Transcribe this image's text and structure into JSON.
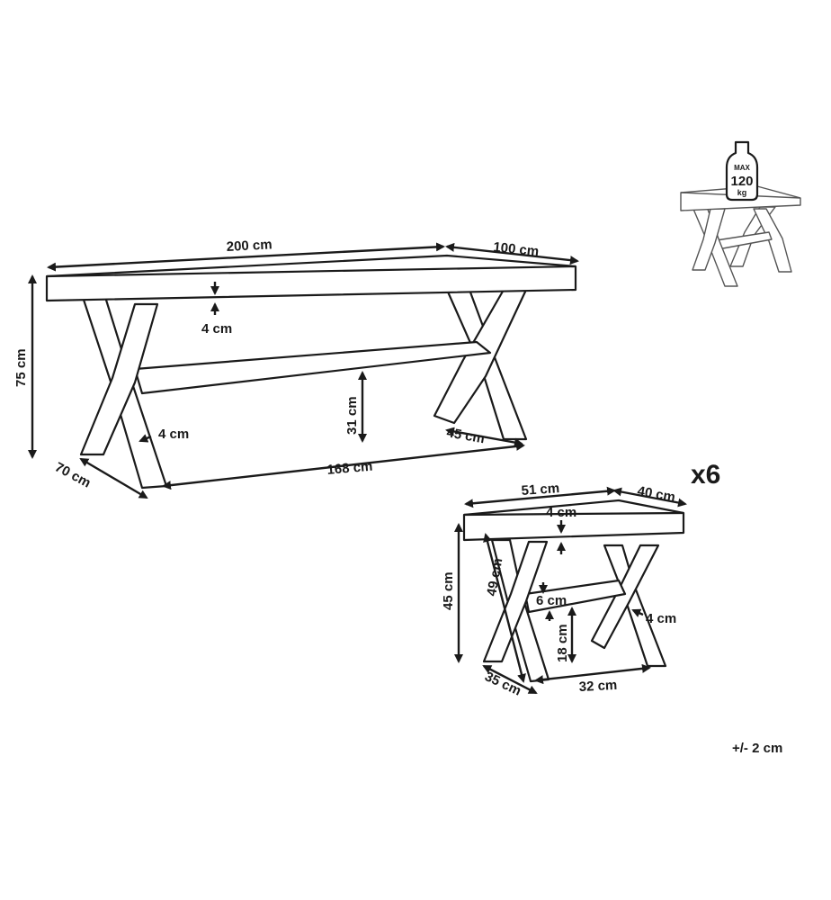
{
  "table": {
    "length": "200 cm",
    "width": "100 cm",
    "height": "75 cm",
    "top_thickness": "4 cm",
    "stretcher_height": "31 cm",
    "leg_thickness": "4 cm",
    "leg_foot": "45 cm",
    "leg_span": "168 cm",
    "depth": "70 cm"
  },
  "stool": {
    "quantity": "x6",
    "length": "51 cm",
    "width": "40 cm",
    "top_thickness": "4 cm",
    "height": "45 cm",
    "leg_length": "49 cm",
    "stretcher_thickness": "6 cm",
    "stretcher_height": "18 cm",
    "leg_thickness": "4 cm",
    "depth": "35 cm",
    "leg_span": "32 cm"
  },
  "capacity_badge": {
    "line1": "MAX",
    "line2": "120",
    "line3": "kg"
  },
  "tolerance": "+/- 2 cm"
}
